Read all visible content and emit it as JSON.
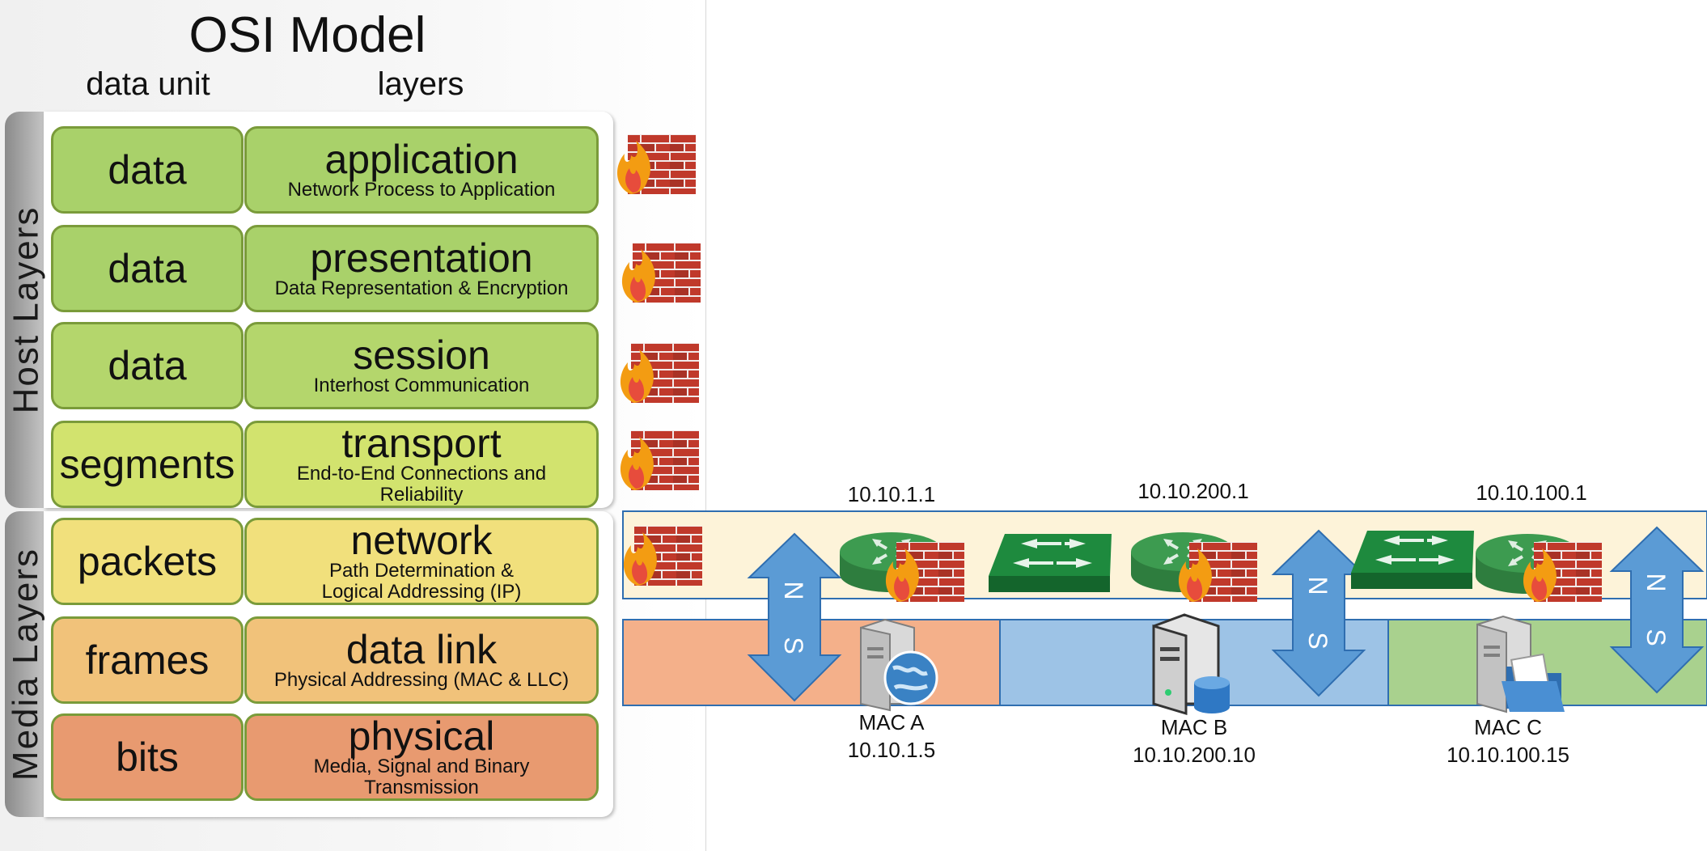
{
  "osi": {
    "title": "OSI Model",
    "col_unit": "data unit",
    "col_layers": "layers",
    "host_group": "Host Layers",
    "media_group": "Media Layers",
    "layers": [
      {
        "unit": "data",
        "name": "application",
        "desc": "Network Process to Application",
        "color": "#a9d16a"
      },
      {
        "unit": "data",
        "name": "presentation",
        "desc": "Data Representation & Encryption",
        "color": "#a9d16a"
      },
      {
        "unit": "data",
        "name": "session",
        "desc": "Interhost Communication",
        "color": "#b4d66c"
      },
      {
        "unit": "segments",
        "name": "transport",
        "desc": "End-to-End Connections and Reliability",
        "color": "#d2e36e"
      },
      {
        "unit": "packets",
        "name": "network",
        "desc": "Path Determination & Logical Addressing (IP)",
        "color": "#f1e07c"
      },
      {
        "unit": "frames",
        "name": "data link",
        "desc": "Physical Addressing (MAC & LLC)",
        "color": "#f1c27a"
      },
      {
        "unit": "bits",
        "name": "physical",
        "desc": "Media, Signal and Binary Transmission",
        "color": "#e89a70"
      }
    ]
  },
  "network": {
    "routers": [
      {
        "ip": "10.10.1.1"
      },
      {
        "ip": "10.10.200.1"
      },
      {
        "ip": "10.10.100.1"
      }
    ],
    "hosts": [
      {
        "mac": "MAC A",
        "ip": "10.10.1.5",
        "icon": "web-server-icon"
      },
      {
        "mac": "MAC B",
        "ip": "10.10.200.10",
        "icon": "database-server-icon"
      },
      {
        "mac": "MAC C",
        "ip": "10.10.100.15",
        "icon": "file-server-icon"
      }
    ],
    "arrow_top_letter": "N",
    "arrow_bottom_letter": "S",
    "colors": {
      "l3_band": "#fdf3d9",
      "l3_border": "#2f6eb0",
      "segment_a": "#f4b08a",
      "segment_b": "#9dc3e6",
      "segment_c": "#a9d18e",
      "arrow": "#5b9bd5",
      "router": "#3d9b50",
      "switch": "#1e8a3e",
      "brick": "#c0392b"
    }
  }
}
